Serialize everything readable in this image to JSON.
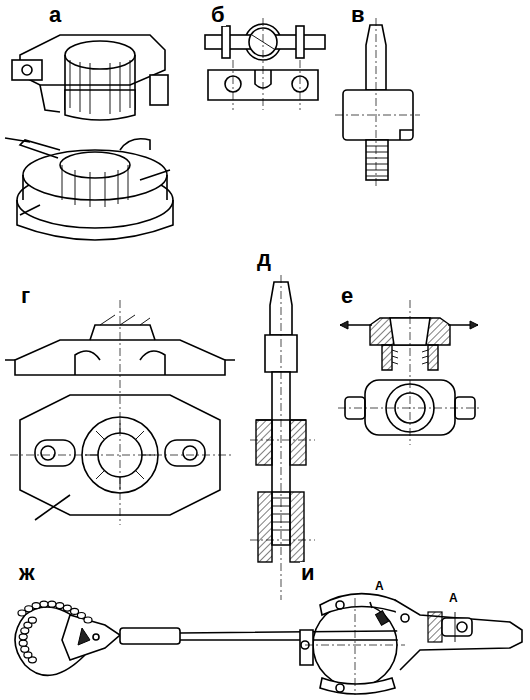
{
  "diagram": {
    "labels": [
      "а",
      "б",
      "в",
      "г",
      "д",
      "е",
      "ж",
      "и",
      "А",
      "А"
    ]
  }
}
